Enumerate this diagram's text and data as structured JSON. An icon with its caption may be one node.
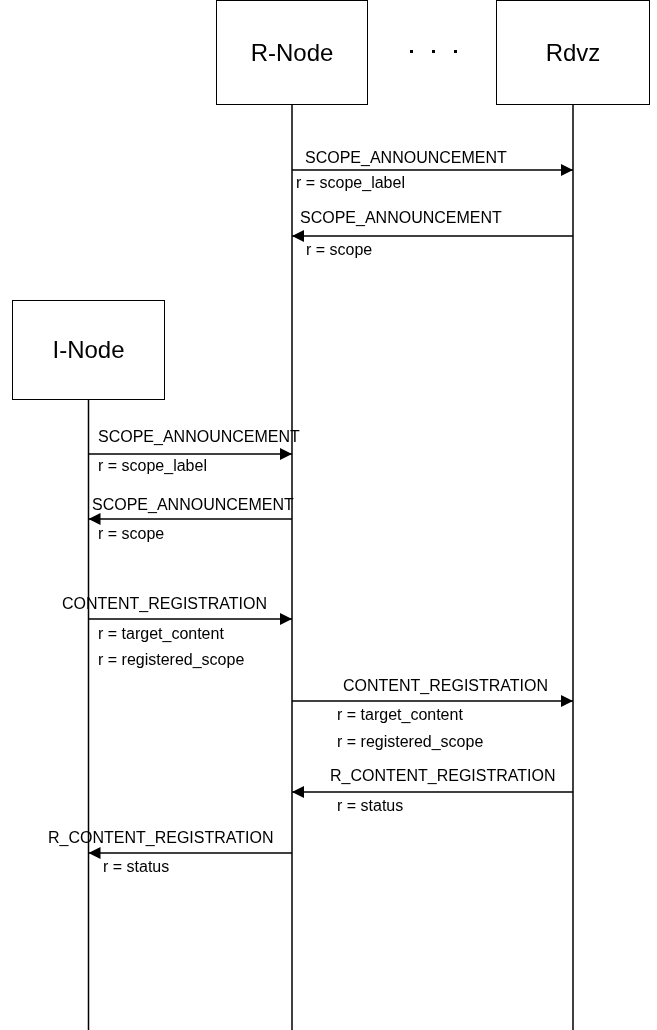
{
  "diagram": {
    "nodes": [
      {
        "text": [
          "R-Node"
        ]
      },
      {
        "text": [
          "Rdvz"
        ]
      },
      {
        "text": [
          "I-Node"
        ]
      }
    ],
    "edges": [
      {
        "from": 0,
        "to": 1,
        "arrow": "to",
        "label": "SCOPE_ANNOUNCEMENT"
      },
      {
        "from": 1,
        "to": 0,
        "arrow": "to",
        "label": "SCOPE_ANNOUNCEMENT"
      },
      {
        "from": 2,
        "to": 0,
        "arrow": "to",
        "label": "SCOPE_ANNOUNCEMENT"
      },
      {
        "from": 0,
        "to": 2,
        "arrow": "to",
        "label": "SCOPE_ANNOUNCEMENT"
      },
      {
        "from": 2,
        "to": 0,
        "arrow": "to",
        "label": "CONTENT_REGISTRATION"
      },
      {
        "from": 0,
        "to": 1,
        "arrow": "to",
        "label": "CONTENT_REGISTRATION"
      },
      {
        "from": 1,
        "to": 0,
        "arrow": "to",
        "label": "R_CONTENT_REGISTRATION"
      },
      {
        "from": 0,
        "to": 2,
        "arrow": "to",
        "label": "R_CONTENT_REGISTRATION"
      }
    ],
    "labels": [
      "r = scope_label",
      "r = scope",
      "r = scope_label",
      "r = scope",
      "r = target_content",
      "r = registered_scope",
      "r = target_content",
      "r = registered_scope",
      "r = status",
      "r = status"
    ]
  }
}
